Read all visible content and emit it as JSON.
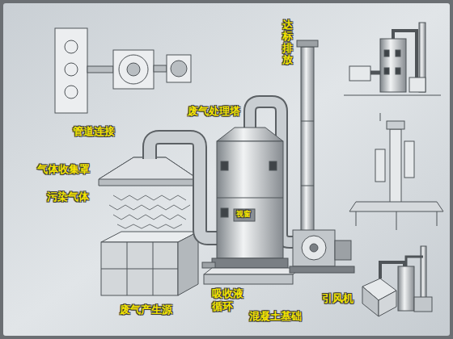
{
  "diagram": {
    "labels": [
      "管道连接",
      "气体收集罩",
      "污染气体",
      "废气产生源",
      "废气处理塔",
      "视窗",
      "吸收液循环",
      "混凝土基础",
      "引风机",
      "达标排放"
    ]
  }
}
